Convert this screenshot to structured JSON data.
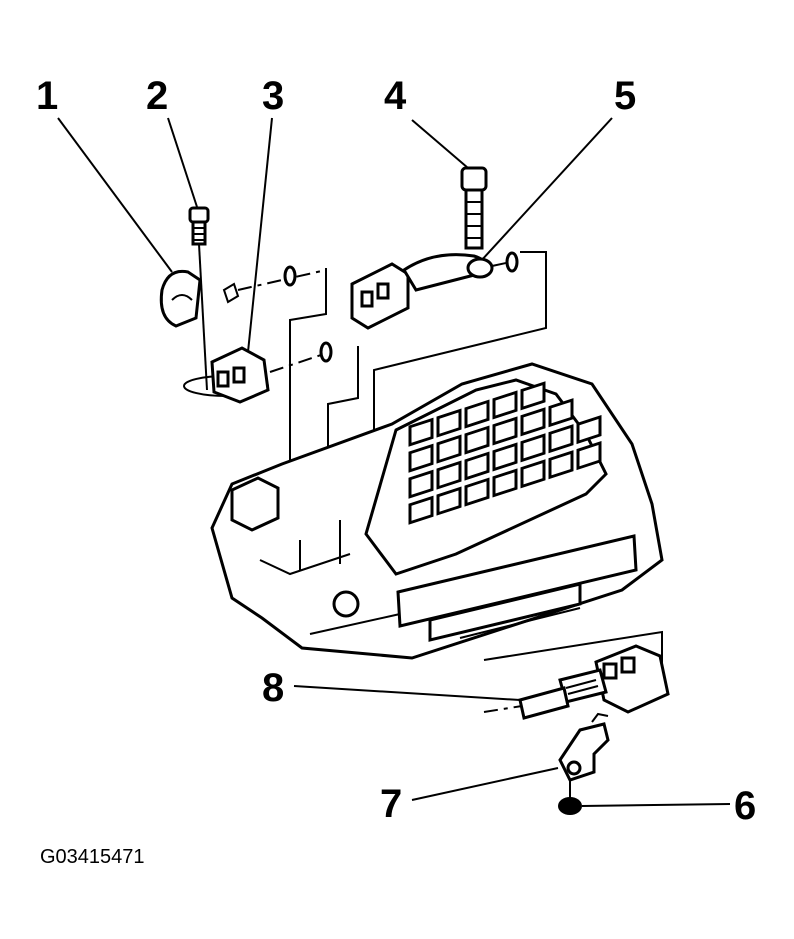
{
  "callouts": [
    {
      "id": "1",
      "label": "1"
    },
    {
      "id": "2",
      "label": "2"
    },
    {
      "id": "3",
      "label": "3"
    },
    {
      "id": "4",
      "label": "4"
    },
    {
      "id": "5",
      "label": "5"
    },
    {
      "id": "6",
      "label": "6"
    },
    {
      "id": "7",
      "label": "7"
    },
    {
      "id": "8",
      "label": "8"
    }
  ],
  "figure_id": "G03415471",
  "colors": {
    "ink": "#000000",
    "background": "#ffffff"
  }
}
